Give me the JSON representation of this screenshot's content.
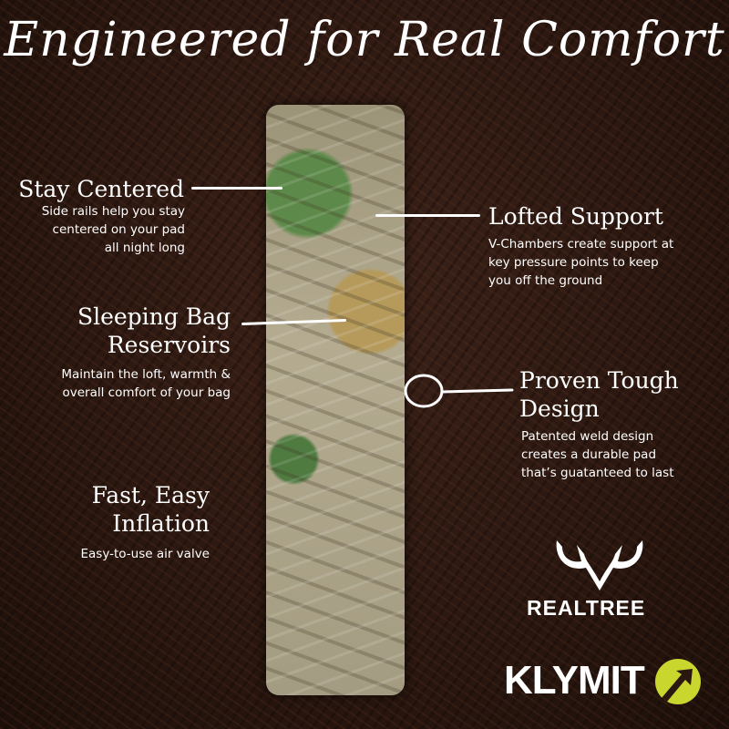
{
  "title": "Engineered for Real Comfort",
  "features": [
    {
      "heading": "Stay Centered",
      "text": [
        "Side rails help you stay",
        "centered on your pad",
        "all night long"
      ]
    },
    {
      "heading": "Lofted Support",
      "text": [
        "V-Chambers create support at",
        "key pressure points to keep",
        "you off the ground"
      ]
    },
    {
      "heading": [
        "Sleeping Bag",
        "Reservoirs"
      ],
      "text": [
        "Maintain the loft, warmth &",
        "overall comfort of your bag"
      ]
    },
    {
      "heading": [
        "Proven Tough",
        "Design"
      ],
      "text": [
        "Patented weld design",
        "creates a durable pad",
        "that’s guatanteed to last"
      ]
    },
    {
      "heading": [
        "Fast, Easy",
        "Inflation"
      ],
      "text": [
        "Easy-to-use air valve"
      ]
    }
  ],
  "logos": {
    "realtree": "REALTREE",
    "klymit": "KLYMIT",
    "accent": "#c8d62e"
  }
}
